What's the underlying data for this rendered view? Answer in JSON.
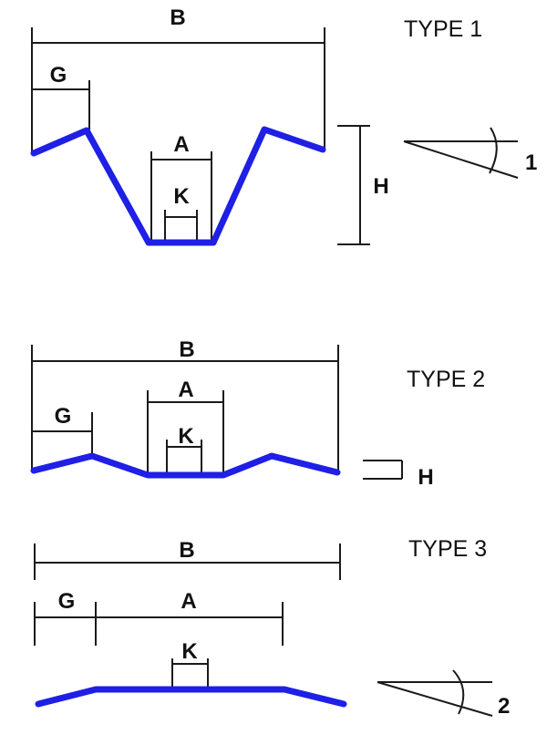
{
  "types": [
    {
      "title": "TYPE 1",
      "labels": {
        "B": "B",
        "G": "G",
        "A": "A",
        "K": "K",
        "H": "H"
      },
      "angle_label": "1"
    },
    {
      "title": "TYPE 2",
      "labels": {
        "B": "B",
        "G": "G",
        "A": "A",
        "K": "K",
        "H": "H"
      }
    },
    {
      "title": "TYPE 3",
      "labels": {
        "B": "B",
        "G": "G",
        "A": "A",
        "K": "K"
      },
      "angle_label": "2"
    }
  ],
  "colors": {
    "profile": "#1f1fe6",
    "dimension_lines": "#1a1a1a",
    "background": "#ffffff"
  }
}
